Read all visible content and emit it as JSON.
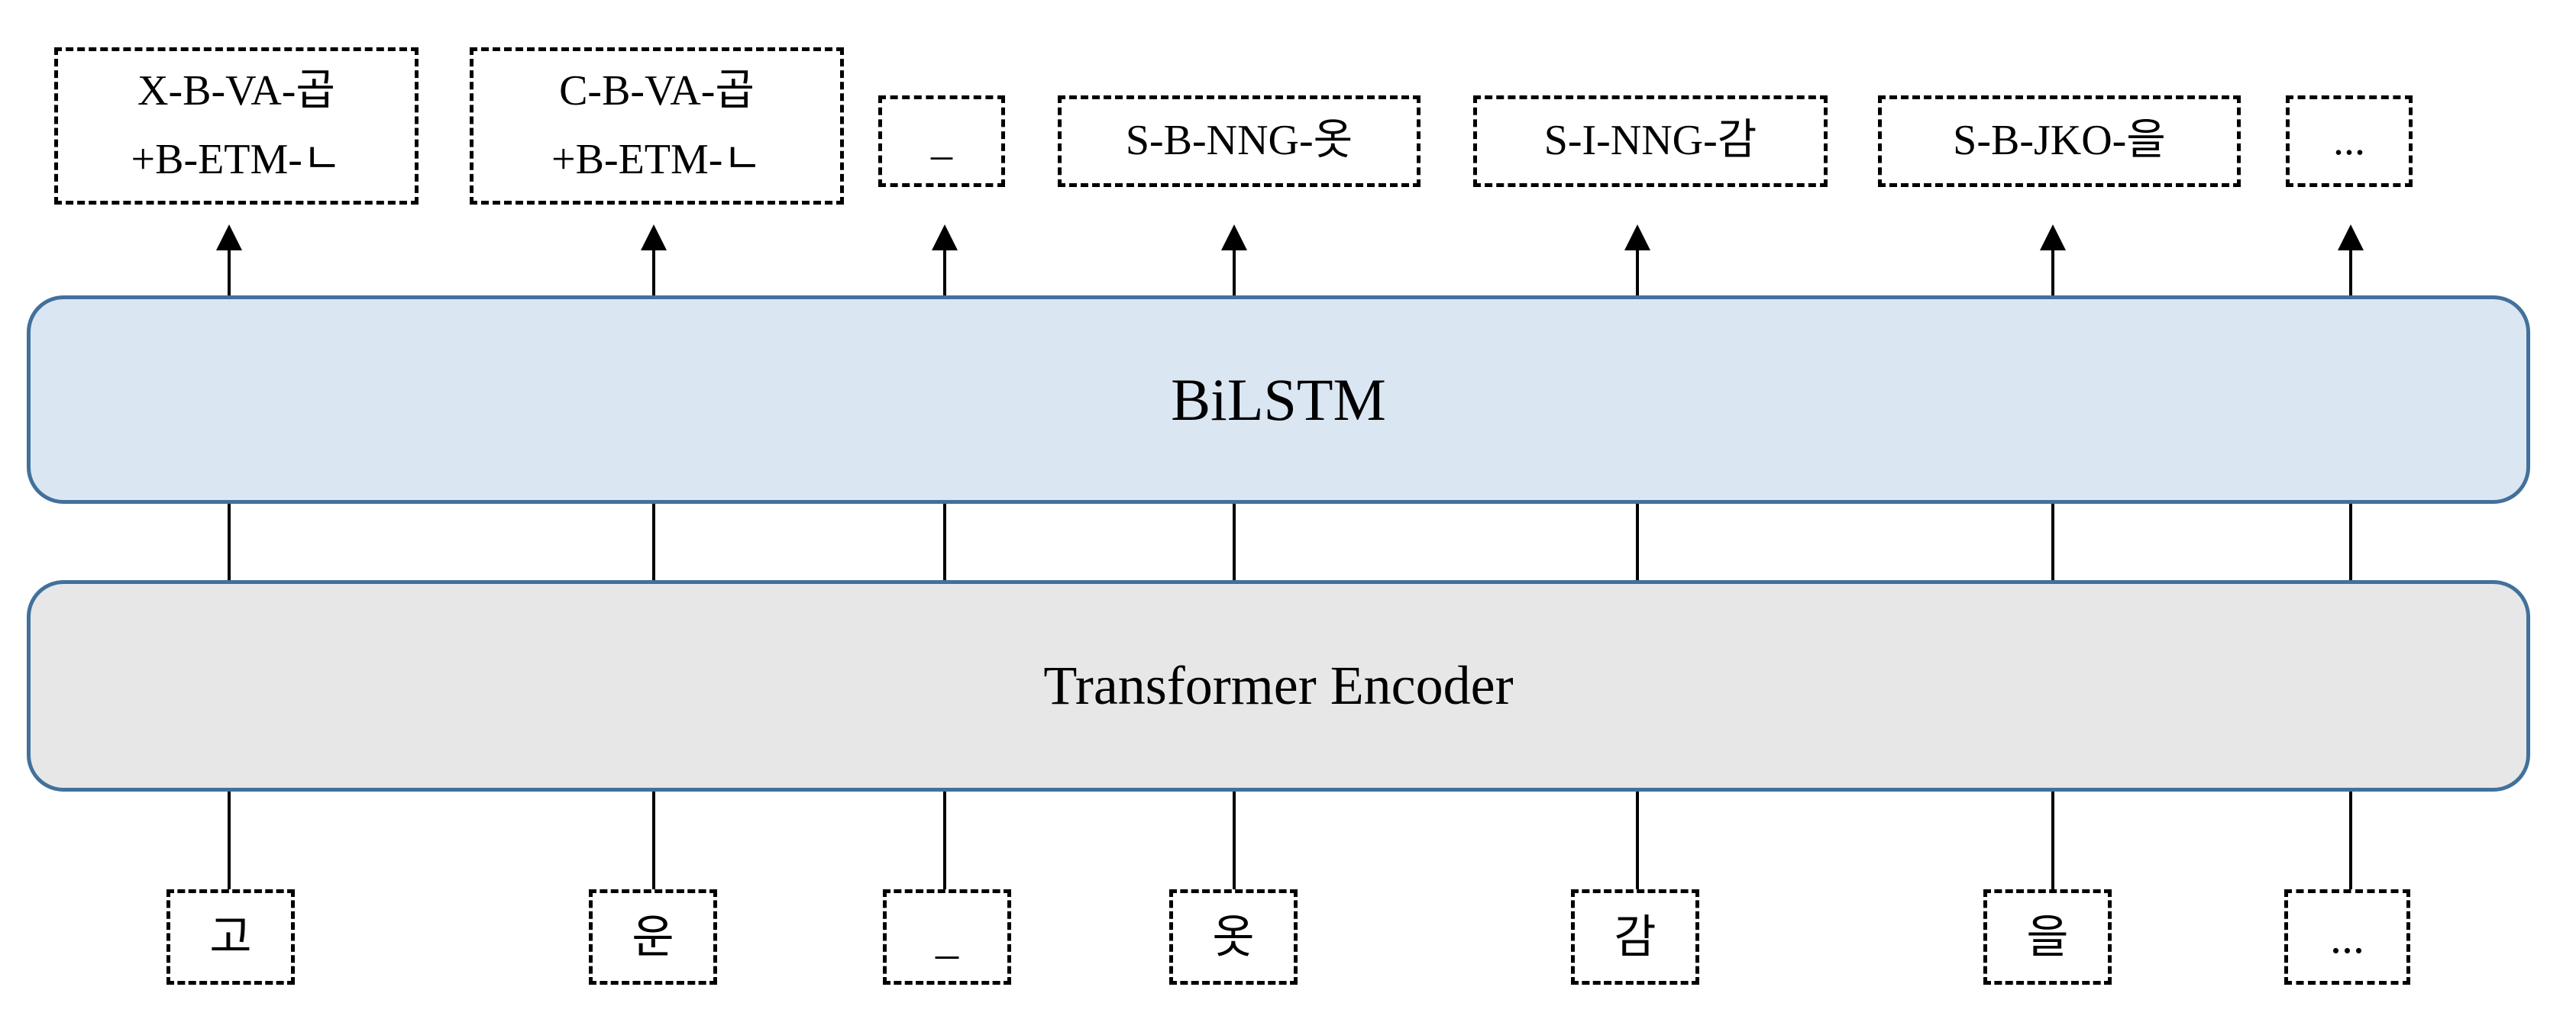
{
  "figure": {
    "description": "Sequence labeling architecture: input syllable tokens feed a Transformer Encoder, then a BiLSTM, producing morpheme/POS tag labels",
    "top_row": {
      "boxes": [
        {
          "label": "X-B-VA-곱\n+B-ETM-ㄴ"
        },
        {
          "label": "C-B-VA-곱\n+B-ETM-ㄴ"
        },
        {
          "label": "_"
        },
        {
          "label": "S-B-NNG-옷"
        },
        {
          "label": "S-I-NNG-감"
        },
        {
          "label": "S-B-JKO-을"
        },
        {
          "label": "..."
        }
      ]
    },
    "layers": {
      "bilstm": {
        "label": "BiLSTM"
      },
      "transformer": {
        "label": "Transformer Encoder"
      }
    },
    "bottom_row": {
      "tokens": [
        {
          "label": "고"
        },
        {
          "label": "운"
        },
        {
          "label": "_"
        },
        {
          "label": "옷"
        },
        {
          "label": "감"
        },
        {
          "label": "을"
        },
        {
          "label": "..."
        }
      ]
    }
  },
  "colors": {
    "bilstm-fill": "#dbe6f3",
    "transformer-fill": "#e7e7e7",
    "block-border": "#41719c",
    "line-color": "#000000",
    "box-border": "#000000",
    "text-color": "#000000",
    "bg": "#ffffff"
  }
}
